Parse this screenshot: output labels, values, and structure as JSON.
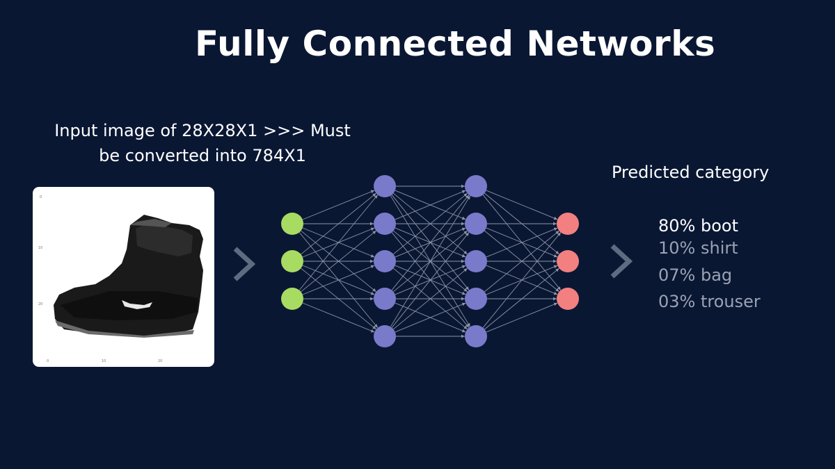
{
  "title": "Fully Connected Networks",
  "input_caption": {
    "line1": "Input image of 28X28X1 >>> Must",
    "line2": "be converted into 784X1"
  },
  "input_image": {
    "tick_labels_y": [
      "0",
      "10",
      "20"
    ],
    "tick_labels_x": [
      "0",
      "10",
      "20"
    ]
  },
  "network": {
    "layers": [
      {
        "role": "input",
        "nodes": 3,
        "color": "#a8db62"
      },
      {
        "role": "hidden",
        "nodes": 5,
        "color": "#7a7acb"
      },
      {
        "role": "hidden",
        "nodes": 5,
        "color": "#7a7acb"
      },
      {
        "role": "output",
        "nodes": 3,
        "color": "#f28080"
      }
    ],
    "edge_color": "#8d94a6",
    "arrow_color": "#5f6b80"
  },
  "prediction": {
    "heading": "Predicted category",
    "items": [
      {
        "label": "80% boot"
      },
      {
        "label": "10% shirt"
      },
      {
        "label": "07% bag"
      },
      {
        "label": "03% trouser"
      }
    ]
  },
  "colors": {
    "background": "#0a1733",
    "text_primary": "#ffffff",
    "text_secondary": "#9aa2b3"
  }
}
